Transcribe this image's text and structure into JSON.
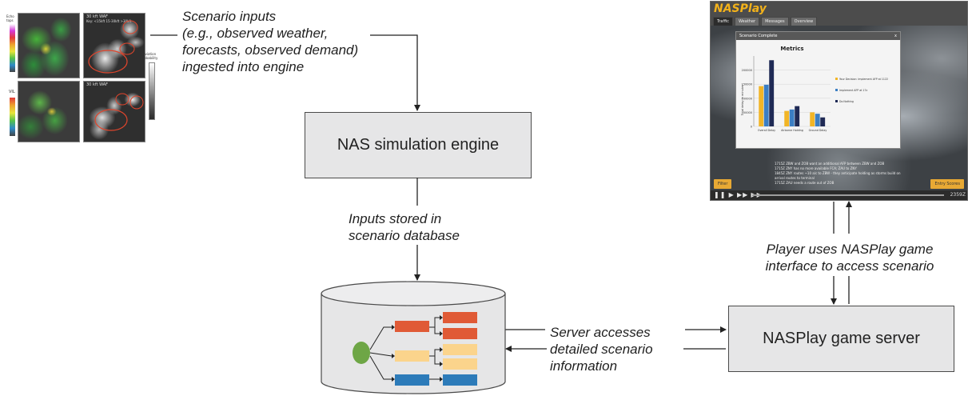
{
  "captions": {
    "inputs": "Scenario inputs\n(e.g., observed weather,\nforecasts, observed demand)\ningested into engine",
    "stored": "Inputs stored in\nscenario database",
    "server_access": "Server accesses\ndetailed scenario\ninformation",
    "player": "Player uses NASPlay game\ninterface to access scenario"
  },
  "boxes": {
    "engine": "NAS simulation engine",
    "server": "NASPlay game server"
  },
  "weather_panels": {
    "panel_a_tag": "30 kft WAF",
    "panel_b_tag": "30 kft WAF",
    "panel_b_key": "Key: <15kft  15-30kft  >30kft",
    "legend_a_label": "Echo tops",
    "legend_b_label": "VIL",
    "deviation_label": "Deviation probability"
  },
  "nasplay": {
    "logo": "NASPlay",
    "tabs": [
      "Traffic",
      "Weather",
      "Messages",
      "Overview"
    ],
    "dialog_title": "Scenario Complete",
    "dialog_close": "x",
    "left_button": "Filter",
    "right_button": "Entry Scores",
    "time": "2359Z",
    "log": "1715Z  ZBW and ZOB want an additional AFP between ZBW and ZOB\n1715Z  ZNY has no more available FCA; ZAU to ZNY\n1845Z  ZNY routes ~10 a/c to ZBW - they anticipate holding as storms build on\n           arrival routes to terminal\n1715Z  ZAU needs a route out of ZOB"
  },
  "chart_data": {
    "type": "bar",
    "title": "Metrics",
    "ylabel": "Total delay in minutes",
    "categories": [
      "Overall Delay",
      "Airborne Holding",
      "Ground Delay"
    ],
    "series": [
      {
        "name": "Your Decision: Implement AFP at 1122",
        "color": "#f2b526",
        "values": [
          143000,
          55000,
          50000
        ]
      },
      {
        "name": "Implement AFP at 17z",
        "color": "#3b7ec3",
        "values": [
          148000,
          60000,
          45000
        ]
      },
      {
        "name": "Do Nothing",
        "color": "#1f2a55",
        "values": [
          235000,
          72000,
          32000
        ]
      }
    ],
    "ylim": [
      0,
      250000
    ],
    "yticks": [
      "0",
      "50000",
      "100000",
      "150000",
      "200000"
    ],
    "legend": "right",
    "grid": true
  }
}
